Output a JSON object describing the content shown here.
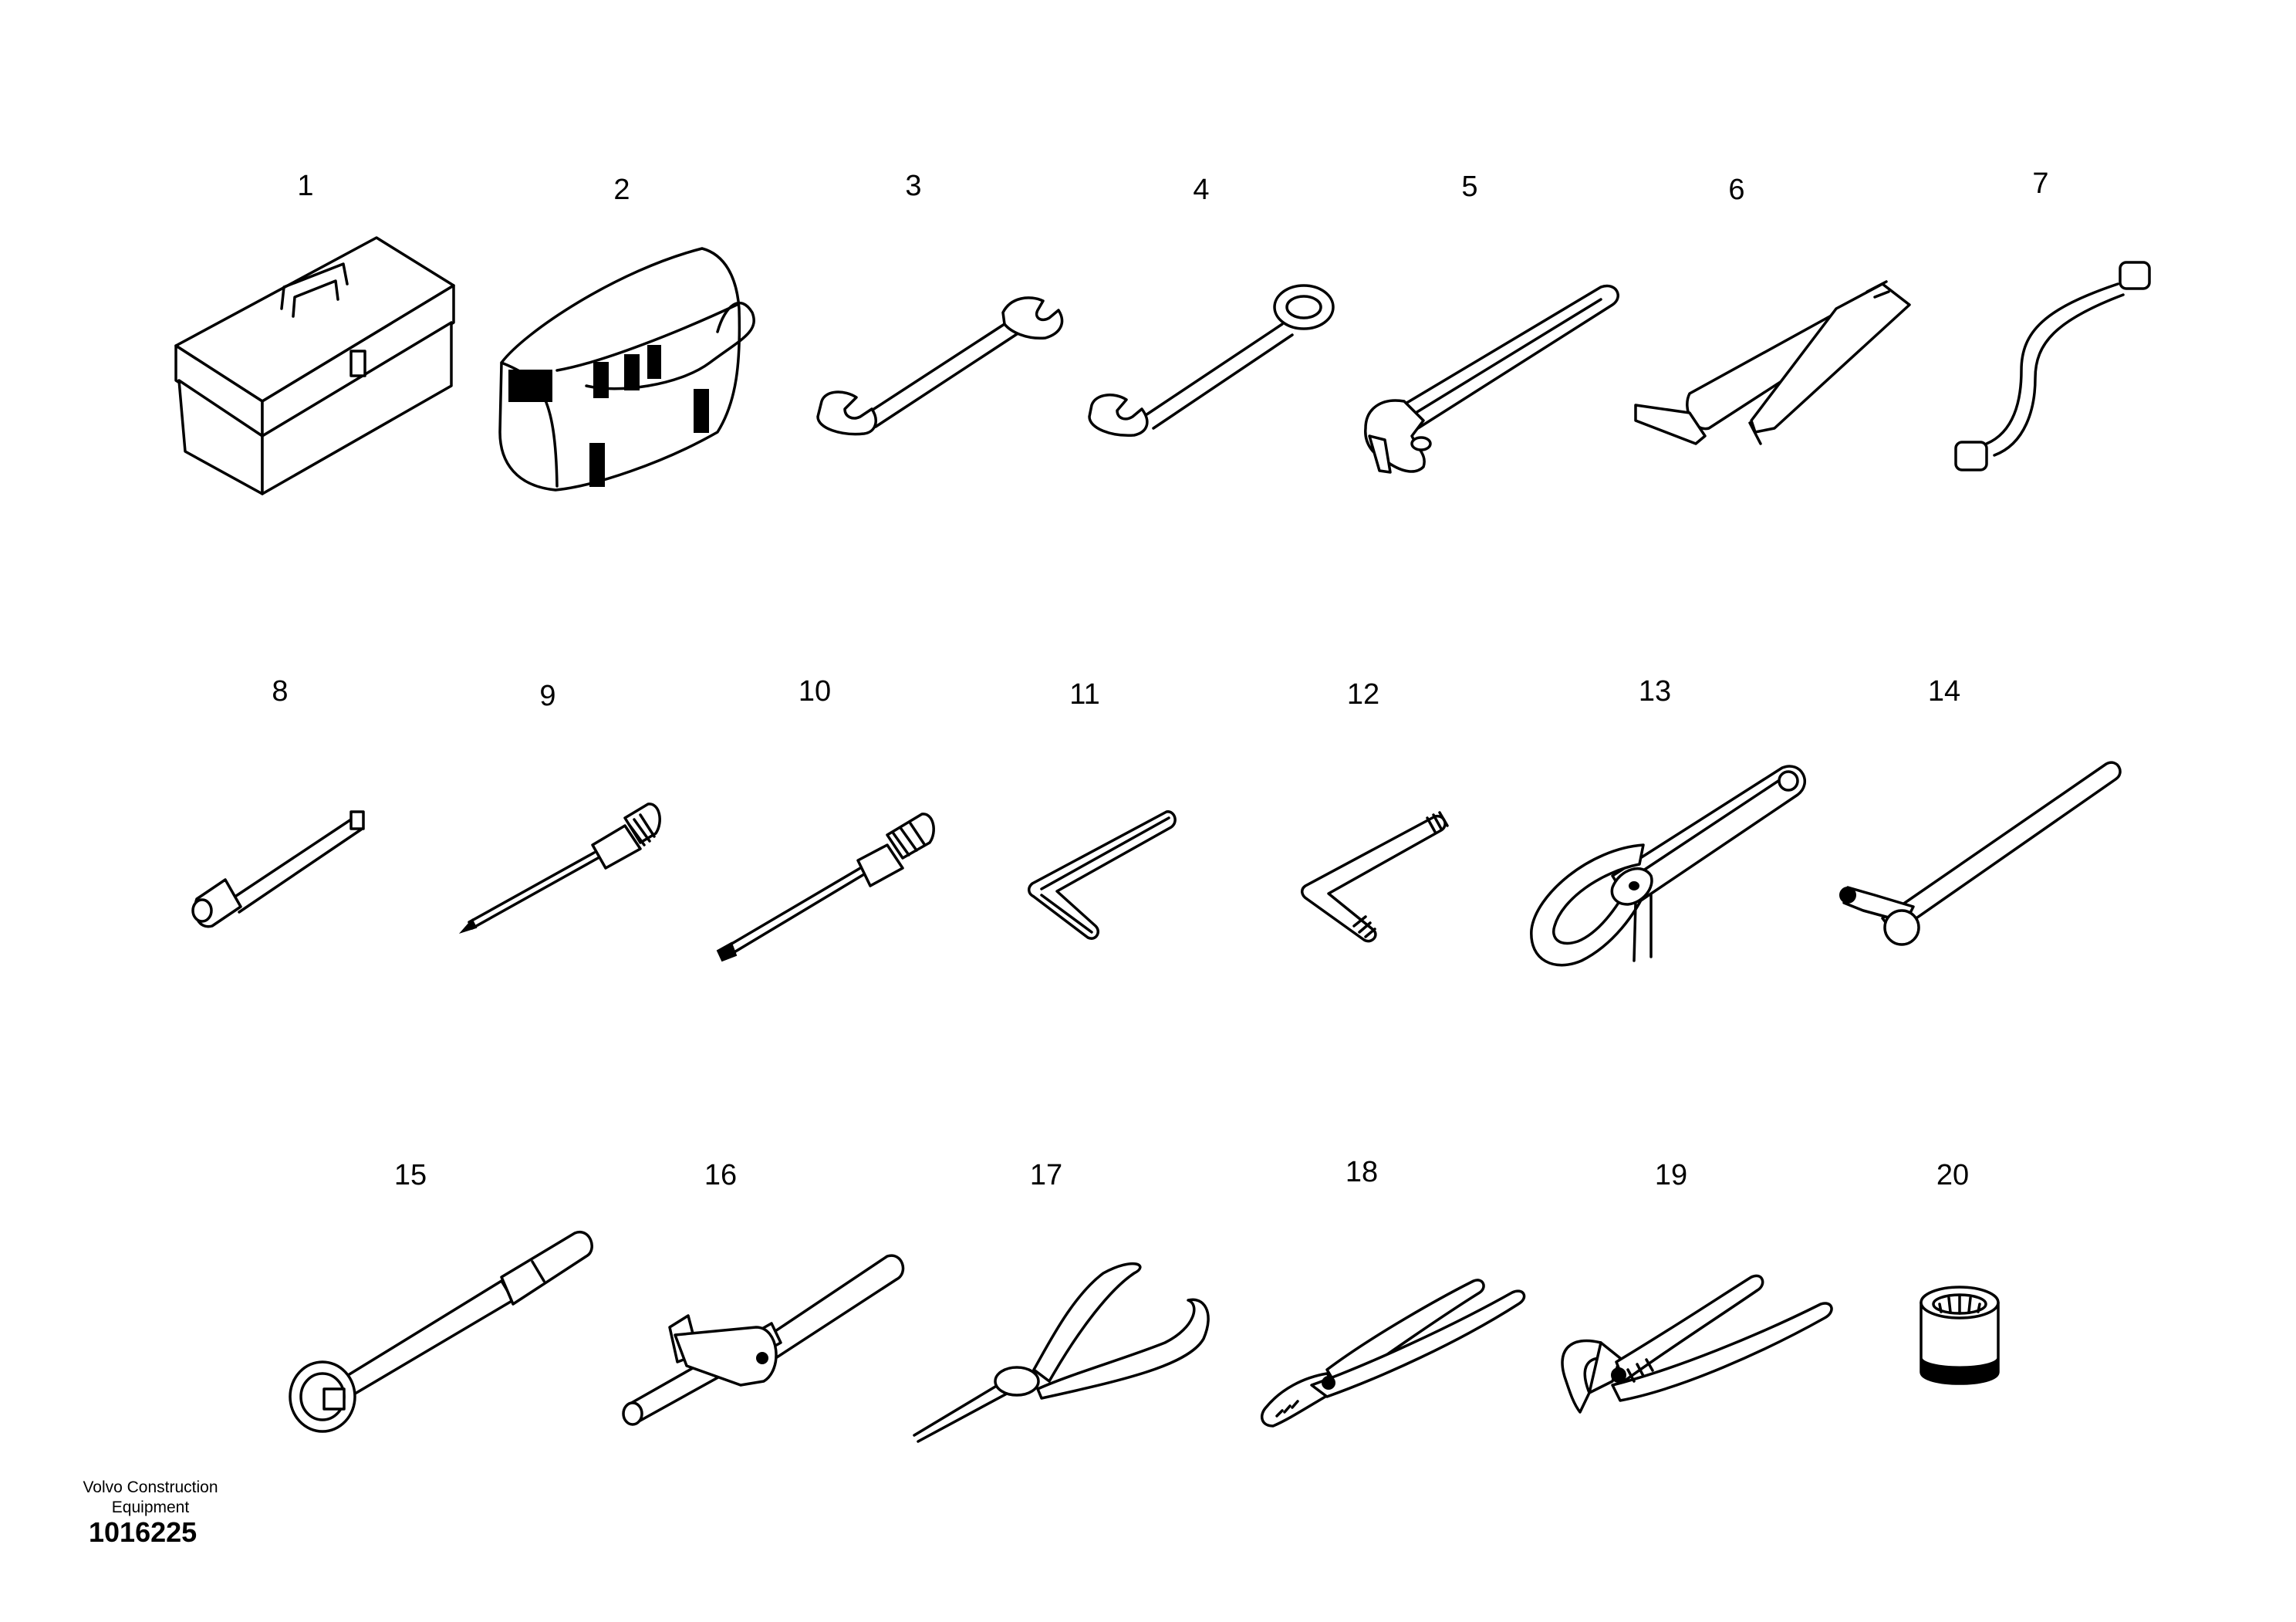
{
  "items": [
    {
      "label": "1",
      "icon": "toolbox-icon"
    },
    {
      "label": "2",
      "icon": "tool-bag-icon"
    },
    {
      "label": "3",
      "icon": "open-end-wrench-icon"
    },
    {
      "label": "4",
      "icon": "combination-wrench-icon"
    },
    {
      "label": "5",
      "icon": "adjustable-wrench-icon"
    },
    {
      "label": "6",
      "icon": "grease-gun-icon"
    },
    {
      "label": "7",
      "icon": "socket-extension-bar-icon"
    },
    {
      "label": "8",
      "icon": "extension-bar-icon"
    },
    {
      "label": "9",
      "icon": "phillips-screwdriver-icon"
    },
    {
      "label": "10",
      "icon": "flat-screwdriver-icon"
    },
    {
      "label": "11",
      "icon": "hex-key-icon"
    },
    {
      "label": "12",
      "icon": "torx-key-icon"
    },
    {
      "label": "13",
      "icon": "filter-wrench-icon"
    },
    {
      "label": "14",
      "icon": "t-handle-icon"
    },
    {
      "label": "15",
      "icon": "ratchet-handle-icon"
    },
    {
      "label": "16",
      "icon": "sliding-t-bar-icon"
    },
    {
      "label": "17",
      "icon": "long-nose-pliers-icon"
    },
    {
      "label": "18",
      "icon": "slip-joint-pliers-icon"
    },
    {
      "label": "19",
      "icon": "water-pump-pliers-icon"
    },
    {
      "label": "20",
      "icon": "socket-icon"
    }
  ],
  "footer": {
    "company_line1": "Volvo Construction",
    "company_line2": "Equipment",
    "doc_number": "1016225"
  }
}
